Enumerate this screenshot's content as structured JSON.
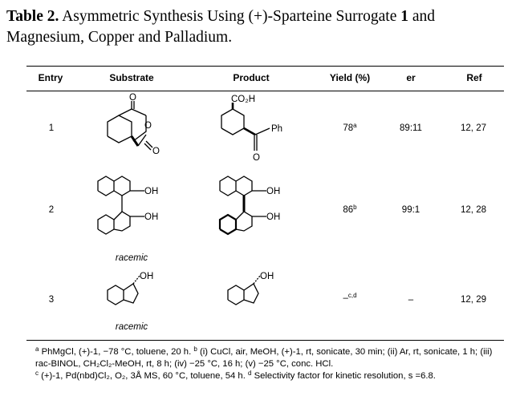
{
  "caption": {
    "label": "Table 2.",
    "text": " Asymmetric Synthesis Using (+)-Sparteine Surrogate ",
    "compound": "1",
    "text_end": " and Magnesium, Copper and Palladium."
  },
  "headers": {
    "entry": "Entry",
    "substrate": "Substrate",
    "product": "Product",
    "yield": "Yield (%)",
    "er": "er",
    "ref": "Ref"
  },
  "rows": [
    {
      "entry": "1",
      "yield": "78",
      "yield_sup": "a",
      "er": "89:11",
      "ref": "12, 27"
    },
    {
      "entry": "2",
      "yield": "86",
      "yield_sup": "b",
      "er": "99:1",
      "ref": "12, 28"
    },
    {
      "entry": "3",
      "yield": "–",
      "yield_sup": "c,d",
      "er": "–",
      "ref": "12, 29"
    }
  ],
  "structure_text": {
    "carbonyl_o": "O",
    "ring_o": "O",
    "co2h": "CO₂H",
    "ph": "Ph",
    "oh": "OH",
    "racemic": "racemic"
  },
  "notes": {
    "a_sup": "a",
    "a_text": " PhMgCl, (+)-1,  −78 °C, toluene, 20 h. ",
    "b_sup": "b",
    "b_text": " (i) CuCl, air, MeOH, (+)-1, rt, sonicate, 30 min; (ii) Ar, rt, sonicate, 1 h; (iii) rac-BINOL, CH₂Cl₂-MeOH, rt, 8 h; (iv) −25 °C, 16 h; (v) −25 °C, conc. HCl.",
    "c_sup": "c",
    "c_text": " (+)-1, Pd(nbd)Cl₂, O₂, 3Å MS, 60 °C, toluene, 54 h. ",
    "d_sup": "d",
    "d_text": " Selectivity factor for kinetic resolution, s =6.8."
  }
}
